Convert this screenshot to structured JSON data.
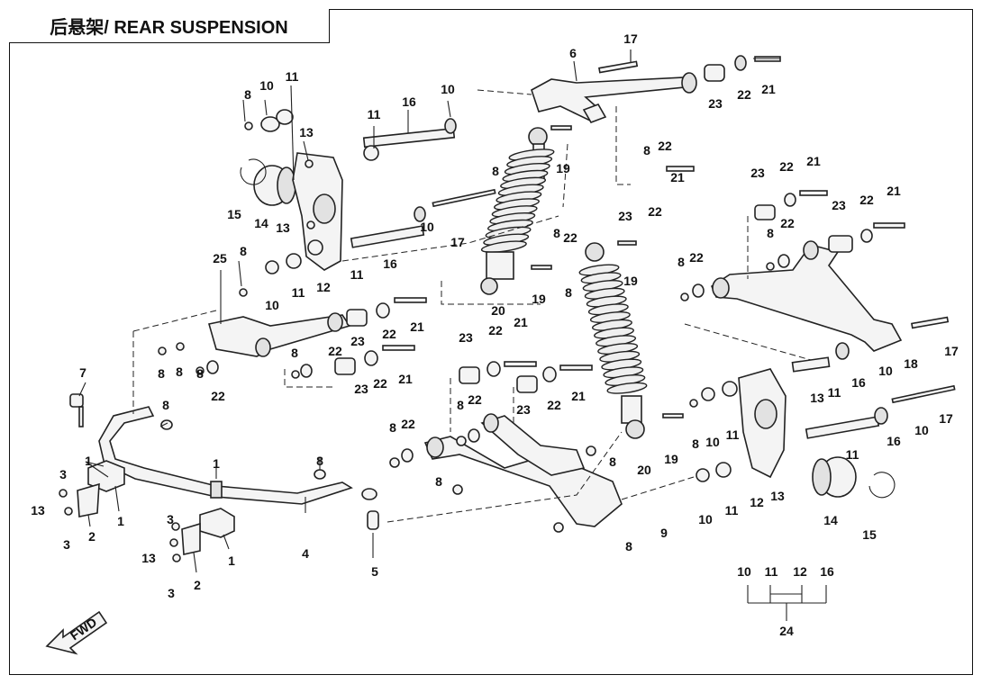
{
  "header": {
    "title": "后悬架/ REAR SUSPENSION"
  },
  "fwd_label": "FWD",
  "callouts": [
    "1",
    "2",
    "3",
    "4",
    "5",
    "6",
    "7",
    "8",
    "9",
    "10",
    "11",
    "12",
    "13",
    "14",
    "15",
    "16",
    "17",
    "18",
    "19",
    "20",
    "21",
    "22",
    "23",
    "24",
    "25"
  ],
  "kit_24": {
    "members": [
      "10",
      "11",
      "12",
      "16"
    ],
    "label": "24"
  }
}
